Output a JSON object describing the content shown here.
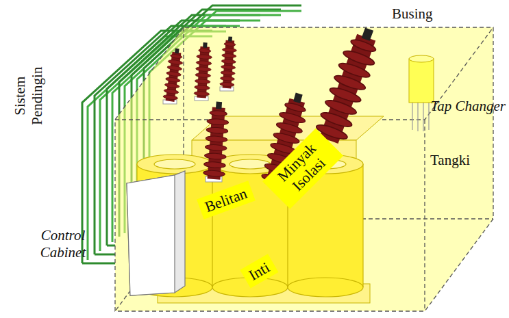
{
  "diagram": {
    "nodes": [
      {
        "text": [
          "Belitan"
        ]
      },
      {
        "text": [
          "Minyak Isolasi"
        ]
      },
      {
        "text": [
          "Inti"
        ]
      }
    ],
    "labels": [
      "Busing",
      "Tap Changer",
      "Tangki",
      "Sistem Pendingin",
      "Control Cabinet"
    ]
  }
}
